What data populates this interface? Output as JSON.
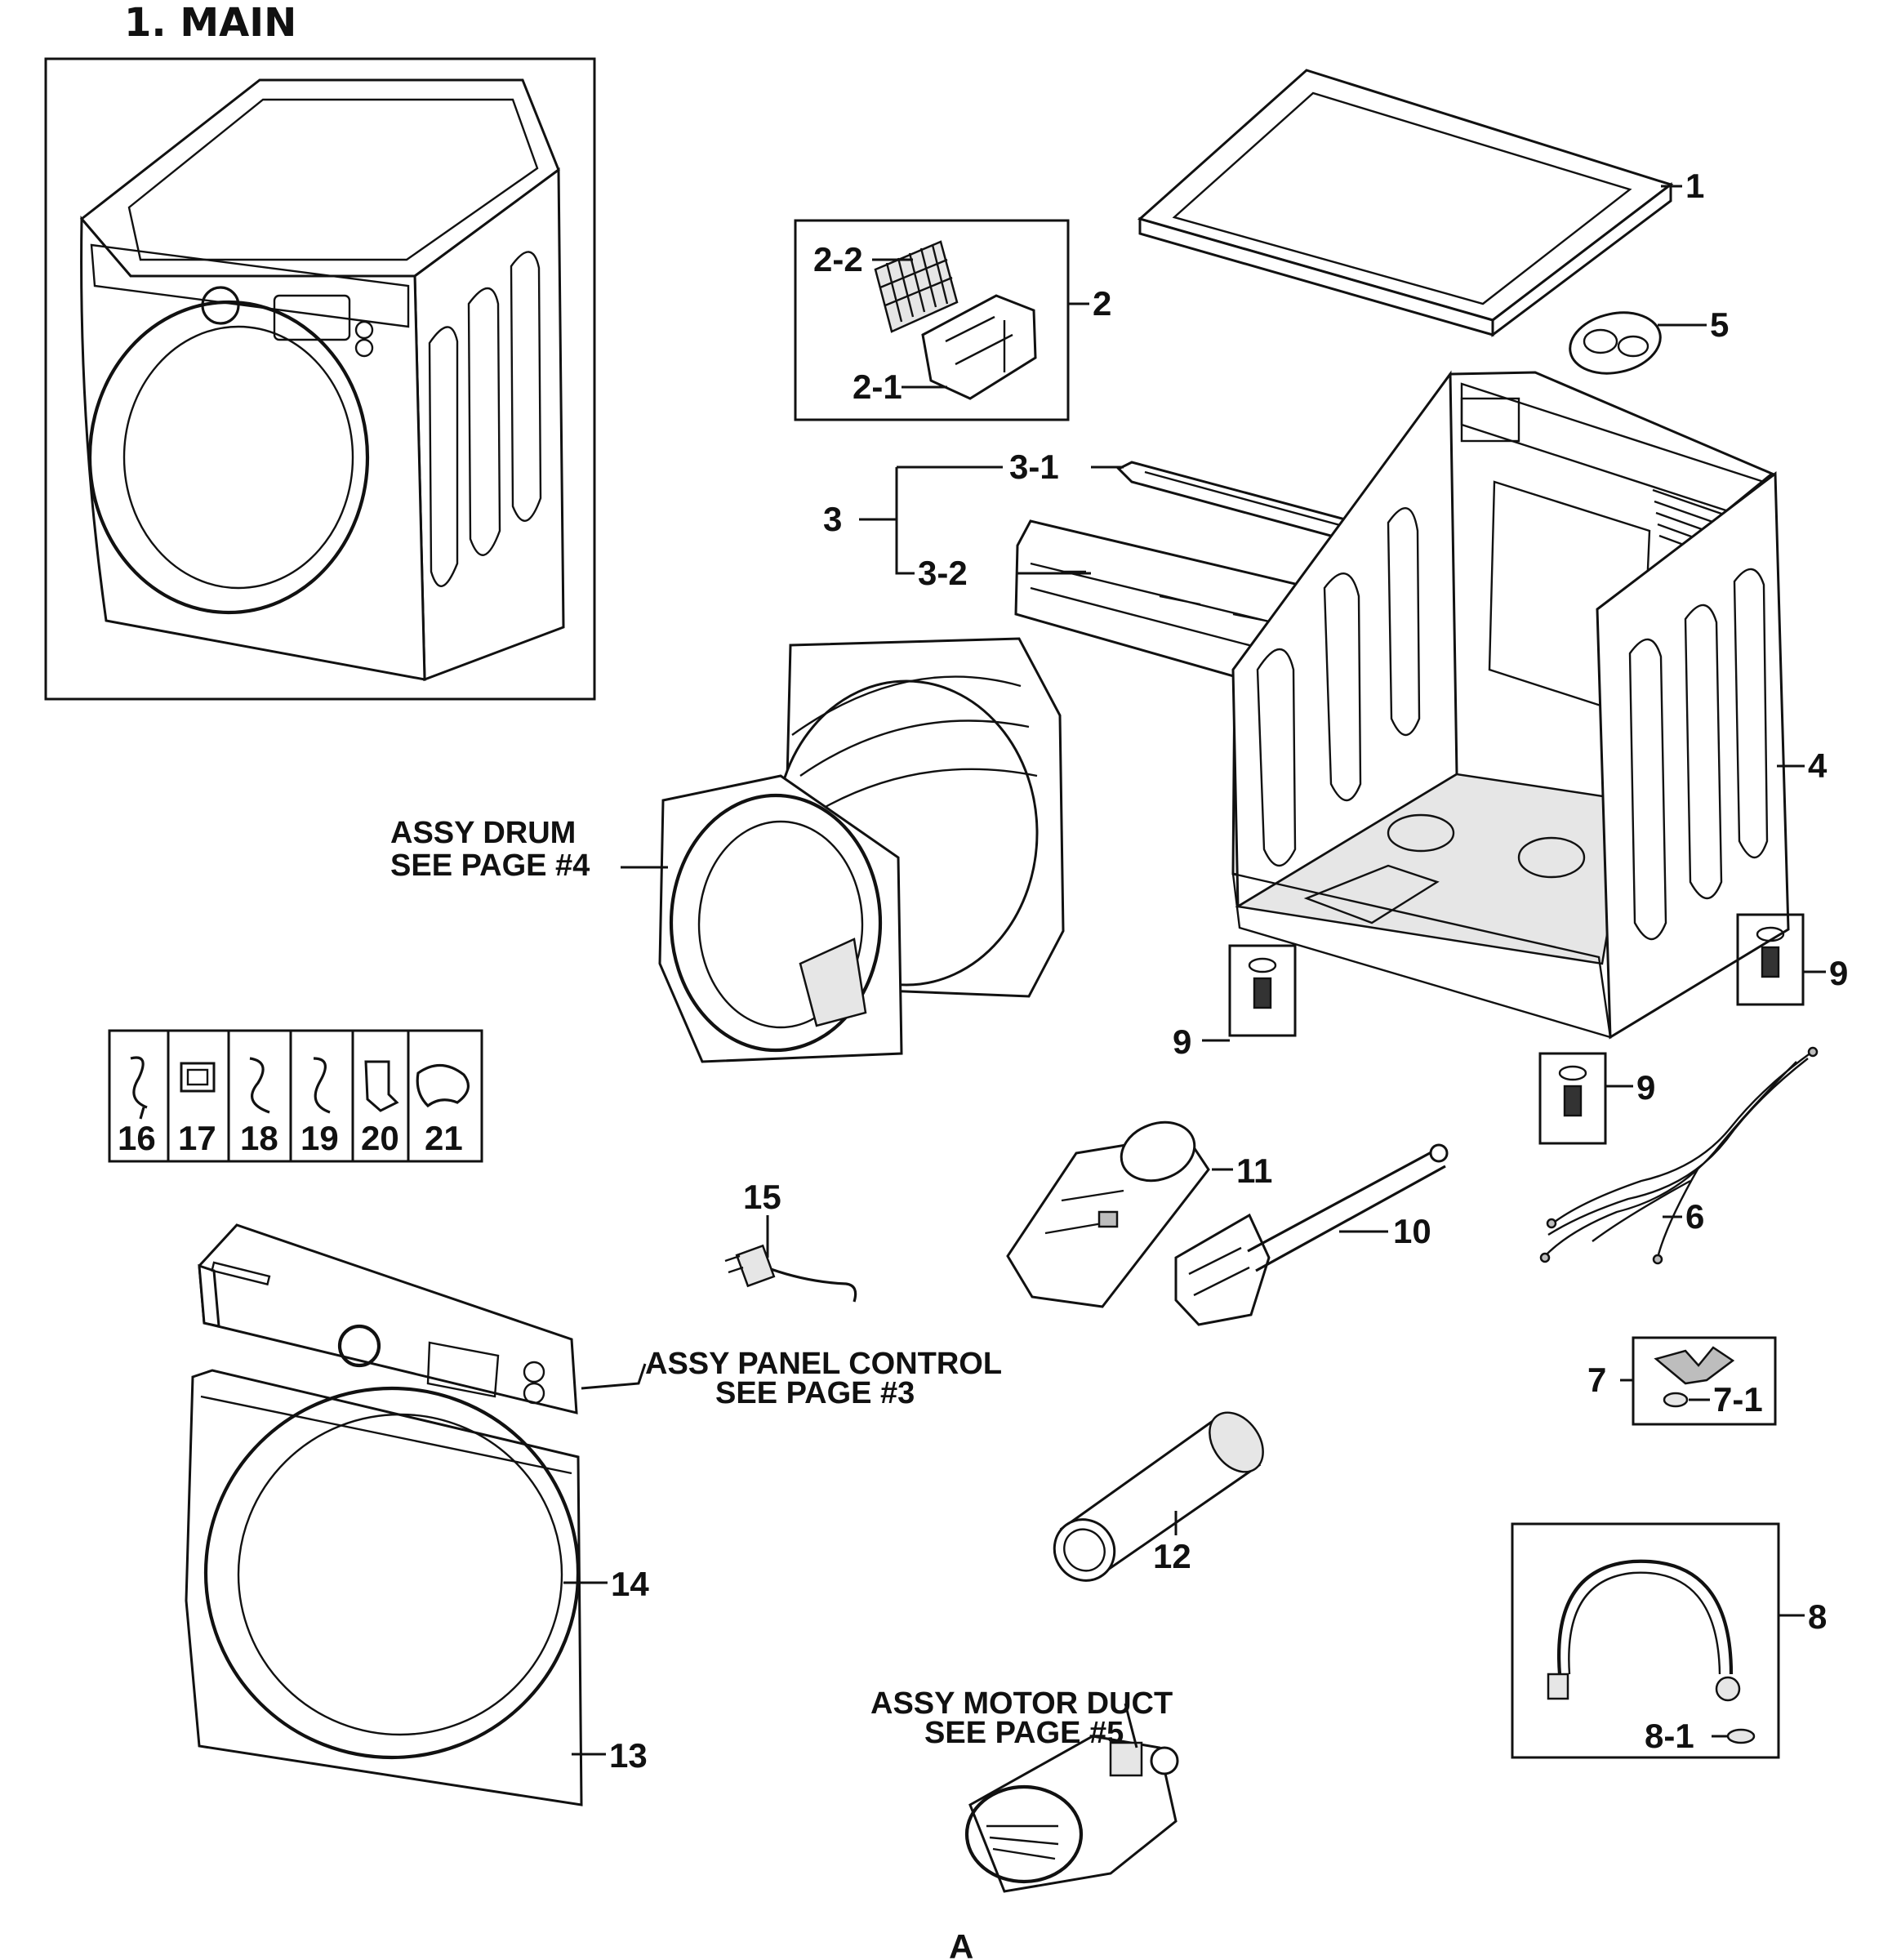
{
  "title": "1. MAIN",
  "callouts": {
    "c1": "1",
    "c2": "2",
    "c2_1": "2-1",
    "c2_2": "2-2",
    "c3": "3",
    "c3_1": "3-1",
    "c3_2": "3-2",
    "c4": "4",
    "c5": "5",
    "c6": "6",
    "c7": "7",
    "c7_1": "7-1",
    "c8": "8",
    "c8_1": "8-1",
    "c9a": "9",
    "c9b": "9",
    "c9c": "9",
    "c10": "10",
    "c11": "11",
    "c12": "12",
    "c13": "13",
    "c14": "14",
    "c15": "15"
  },
  "clamp_labels": [
    "16",
    "17",
    "18",
    "19",
    "20",
    "21"
  ],
  "notes": {
    "drum_line1": "ASSY DRUM",
    "drum_line2": "SEE PAGE #4",
    "panel_line1": "ASSY PANEL CONTROL",
    "panel_line2": "SEE PAGE #3",
    "motor_line1": "ASSY MOTOR DUCT",
    "motor_line2": "SEE PAGE #5"
  },
  "footer_mark": "A"
}
